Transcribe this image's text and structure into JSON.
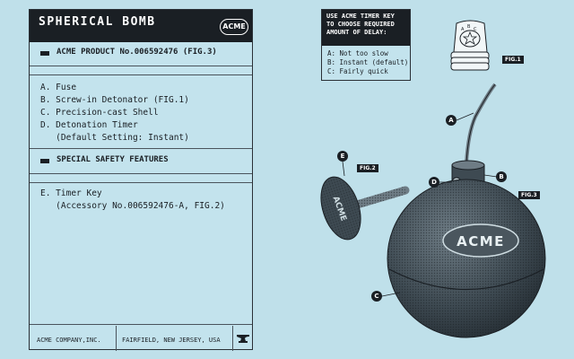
{
  "sheet": {
    "title": "SPHERICAL BOMB",
    "badge": "ACME",
    "product_line": "ACME PRODUCT No.006592476 (FIG.3)",
    "parts": [
      "A. Fuse",
      "B. Screw-in Detonator (FIG.1)",
      "C. Precision-cast Shell",
      "D. Detonation Timer",
      "   (Default Setting: Instant)"
    ],
    "safety_heading": "SPECIAL SAFETY FEATURES",
    "safety_items": [
      "E. Timer Key",
      "   (Accessory No.006592476-A, FIG.2)"
    ],
    "footer": {
      "company": "ACME COMPANY,INC.",
      "location": "FAIRFIELD, NEW JERSEY, USA",
      "anvil_icon": "anvil-icon"
    }
  },
  "timer_key": {
    "heading_lines": [
      "USE ACME TIMER KEY",
      "TO CHOOSE REQUIRED",
      "AMOUNT OF DELAY:"
    ],
    "options": [
      "A: Not too slow",
      "B: Instant (default)",
      "C: Fairly quick"
    ]
  },
  "illustration": {
    "fig1_label": "FIG.1",
    "fig2_label": "FIG.2",
    "fig3_label": "FIG.3",
    "bomb_text": "ACME",
    "key_text": "ACME",
    "callouts": {
      "a": "A",
      "b": "B",
      "c": "C",
      "d": "D",
      "e": "E"
    },
    "dial_letters": [
      "A",
      "B",
      "C"
    ]
  },
  "colors": {
    "background": "#bfe0ea",
    "ink": "#1a1f24",
    "bomb": "#3e4a52"
  }
}
